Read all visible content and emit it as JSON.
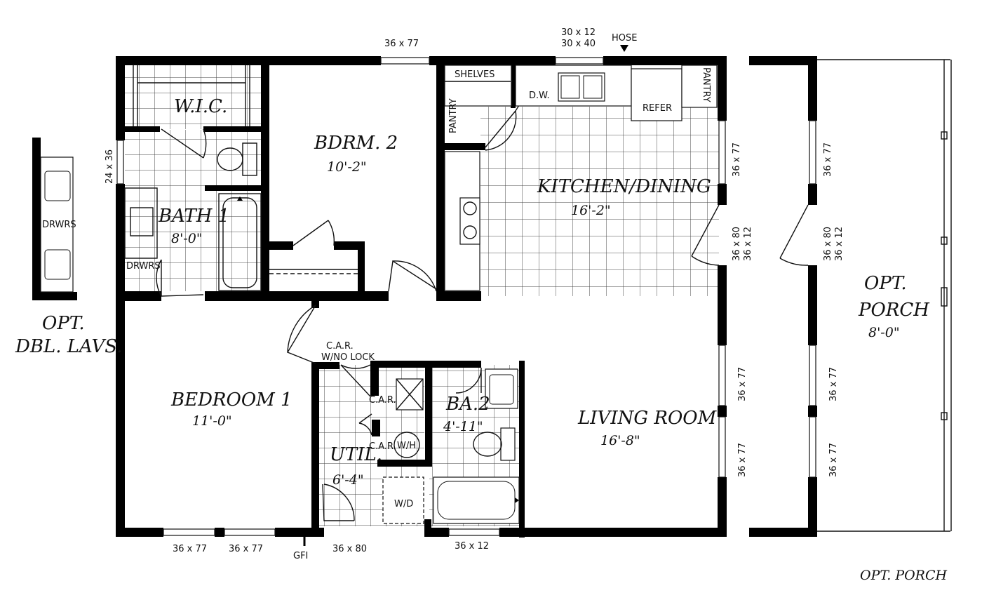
{
  "rooms": {
    "wic": "W.I.C.",
    "bdrm2": "BDRM. 2",
    "bdrm2_size": "10'-2\"",
    "kitchen": "KITCHEN/DINING",
    "kitchen_size": "16'-2\"",
    "bath1": "BATH 1",
    "bath1_size": "8'-0\"",
    "bedroom1": "BEDROOM 1",
    "bedroom1_size": "11'-0\"",
    "util": "UTIL.",
    "util_size": "6'-4\"",
    "ba2": "BA.2",
    "ba2_size": "4'-11\"",
    "living": "LIVING ROOM",
    "living_size": "16'-8\"",
    "porch": "OPT. PORCH",
    "porch_line1": "OPT.",
    "porch_line2": "PORCH",
    "porch_size": "8'-0\"",
    "opt_lavs_line1": "OPT.",
    "opt_lavs_line2": "DBL. LAVS."
  },
  "fixtures": {
    "shelves": "SHELVES",
    "pantry": "PANTRY",
    "dw": "D.W.",
    "refer": "REFER",
    "drwrs": "DRWRS",
    "car_nolock_1": "C.A.R.",
    "car_nolock_2": "W/NO LOCK",
    "car": "C.A.R.",
    "wh": "W/H",
    "wd": "W/D",
    "hose": "HOSE",
    "gfi": "GFI"
  },
  "openings": {
    "top_bdrm2": "36 x 77",
    "top_kitchen_1": "30 x 12",
    "top_kitchen_2": "30 x 40",
    "left_bath": "24 x 36",
    "kitchen_right": "36 x 77",
    "door_right_1": "36 x 80",
    "door_right_2": "36 x 12",
    "living_right_1": "36 x 77",
    "living_right_2": "36 x 77",
    "porch_1": "36 x 77",
    "porch_door_1": "36 x 80",
    "porch_door_2": "36 x 12",
    "porch_2": "36 x 77",
    "porch_3": "36 x 77",
    "bottom_1": "36 x 77",
    "bottom_2": "36 x 77",
    "bottom_door": "36 x 80",
    "bottom_kitchen": "36 x 12"
  }
}
